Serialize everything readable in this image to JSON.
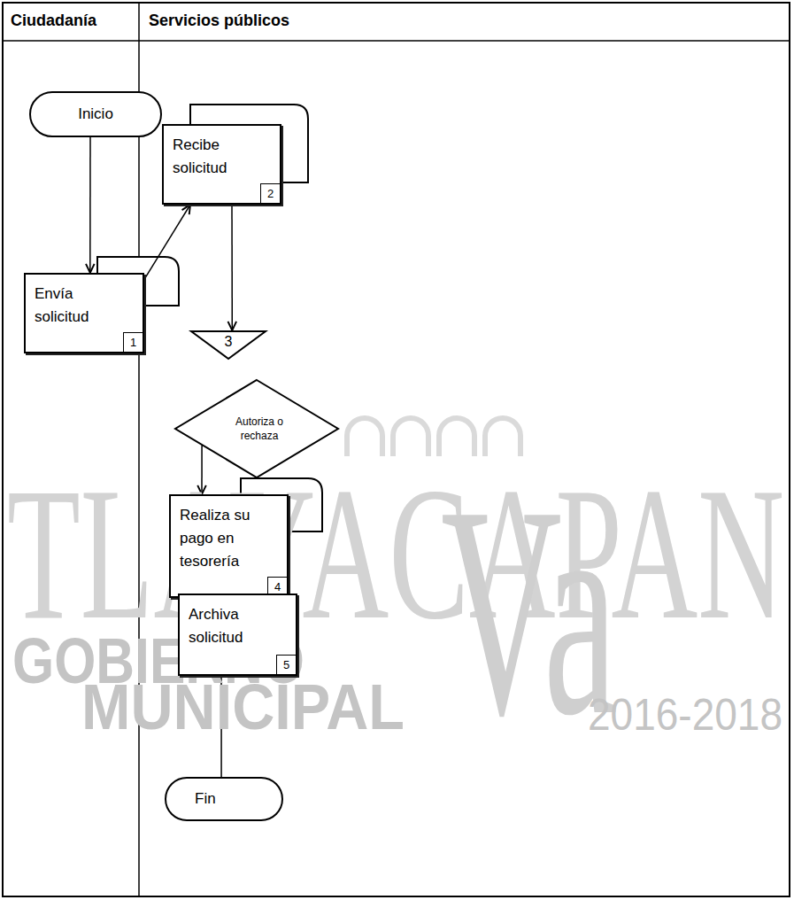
{
  "diagram": {
    "nodes": [
      {
        "text": [
          "Inicio"
        ]
      },
      {
        "text": [
          "Recibe solicitud",
          "2"
        ]
      },
      {
        "text": [
          "Envía solicitud",
          "1"
        ]
      },
      {
        "text": [
          "3"
        ]
      },
      {
        "text": [
          "Autoriza o rechaza"
        ]
      },
      {
        "text": [
          "Realiza su pago en tesorería",
          "4"
        ]
      },
      {
        "text": [
          "Archiva solicitud",
          "5"
        ]
      },
      {
        "text": [
          "Fin"
        ]
      }
    ],
    "edges": [
      {
        "from": 0,
        "to": 2,
        "arrow": "to"
      },
      {
        "from": 2,
        "to": 1,
        "arrow": "to"
      },
      {
        "from": 1,
        "to": 3,
        "arrow": "to"
      },
      {
        "from": 4,
        "to": 5,
        "arrow": "to"
      },
      {
        "from": 5,
        "to": 6,
        "arrow": "to"
      },
      {
        "from": 6,
        "to": 7,
        "arrow": "none"
      }
    ],
    "labels": [
      "Ciudadanía",
      "Servicios públicos",
      "TLAYACAPAN",
      "GOBIERNO",
      "MUNICIPAL",
      "Va",
      "2016-2018"
    ]
  }
}
